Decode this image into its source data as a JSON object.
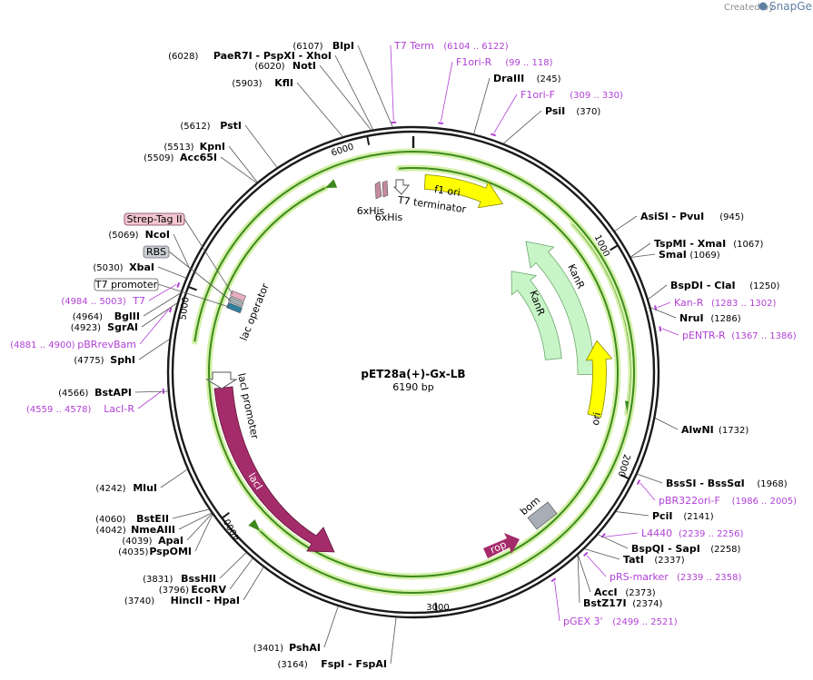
{
  "watermark": {
    "created_by": "Created by",
    "brand": "SnapGene"
  },
  "plasmid": {
    "name": "pET28a(+)-Gx-LB",
    "size_label": "6190 bp",
    "length": 6190
  },
  "colors": {
    "backbone": "#1a1a1a",
    "primer": "#b140d6",
    "f1_ori": "#ffff00",
    "ori": "#ffff00",
    "kanR": "#c8f5c8",
    "lacI": "#a52c6a",
    "rop": "#a52c6a",
    "bom": "#a7aeb6",
    "green_arrow": "#3c8a1e",
    "green_glow": "#d4f0a8"
  },
  "ticks": [
    {
      "bp": 1000,
      "label": "1000"
    },
    {
      "bp": 2000,
      "label": "2000"
    },
    {
      "bp": 3000,
      "label": "3000"
    },
    {
      "bp": 4000,
      "label": "4000"
    },
    {
      "bp": 5000,
      "label": "5000"
    },
    {
      "bp": 6000,
      "label": "6000"
    }
  ],
  "sites": [
    {
      "name": "BlpI",
      "pos": "(6107)",
      "bp": 6107
    },
    {
      "name": "PaeR7I - PspXI - XhoI",
      "pos": "(6028)",
      "bp": 6028
    },
    {
      "name": "NotI",
      "pos": "(6020)",
      "bp": 6020
    },
    {
      "name": "KflI",
      "pos": "(5903)",
      "bp": 5903
    },
    {
      "name": "PstI",
      "pos": "(5612)",
      "bp": 5612
    },
    {
      "name": "KpnI",
      "pos": "(5513)",
      "bp": 5513
    },
    {
      "name": "Acc65I",
      "pos": "(5509)",
      "bp": 5509
    },
    {
      "name": "NcoI",
      "pos": "(5069)",
      "bp": 5069
    },
    {
      "name": "XbaI",
      "pos": "(5030)",
      "bp": 5030
    },
    {
      "name": "BglII",
      "pos": "(4964)",
      "bp": 4964
    },
    {
      "name": "SgrAI",
      "pos": "(4923)",
      "bp": 4923
    },
    {
      "name": "SphI",
      "pos": "(4775)",
      "bp": 4775
    },
    {
      "name": "BstAPI",
      "pos": "(4566)",
      "bp": 4566
    },
    {
      "name": "MluI",
      "pos": "(4242)",
      "bp": 4242
    },
    {
      "name": "BstEII",
      "pos": "(4060)",
      "bp": 4060
    },
    {
      "name": "NmeAIII",
      "pos": "(4042)",
      "bp": 4042
    },
    {
      "name": "ApaI",
      "pos": "(4039)",
      "bp": 4039
    },
    {
      "name": "PspOMI",
      "pos": "(4035)",
      "bp": 4035
    },
    {
      "name": "BssHII",
      "pos": "(3831)",
      "bp": 3831
    },
    {
      "name": "EcoRV",
      "pos": "(3796)",
      "bp": 3796
    },
    {
      "name": "HincII - HpaI",
      "pos": "(3740)",
      "bp": 3740
    },
    {
      "name": "PshAI",
      "pos": "(3401)",
      "bp": 3401
    },
    {
      "name": "FspI - FspAI",
      "pos": "(3164)",
      "bp": 3164
    },
    {
      "name": "DraIII",
      "pos": "(245)",
      "bp": 245
    },
    {
      "name": "PsiI",
      "pos": "(370)",
      "bp": 370
    },
    {
      "name": "AsiSI - PvuI",
      "pos": "(945)",
      "bp": 945
    },
    {
      "name": "TspMI - XmaI",
      "pos": "(1067)",
      "bp": 1067
    },
    {
      "name": "SmaI",
      "pos": "(1069)",
      "bp": 1069
    },
    {
      "name": "BspDI - ClaI",
      "pos": "(1250)",
      "bp": 1250
    },
    {
      "name": "NruI",
      "pos": "(1286)",
      "bp": 1286
    },
    {
      "name": "AlwNI",
      "pos": "(1732)",
      "bp": 1732
    },
    {
      "name": "BssSI - BssSαI",
      "pos": "(1968)",
      "bp": 1968
    },
    {
      "name": "PciI",
      "pos": "(2141)",
      "bp": 2141
    },
    {
      "name": "BspQI - SapI",
      "pos": "(2258)",
      "bp": 2258
    },
    {
      "name": "TatI",
      "pos": "(2337)",
      "bp": 2337
    },
    {
      "name": "AccI",
      "pos": "(2373)",
      "bp": 2373
    },
    {
      "name": "BstZ17I",
      "pos": "(2374)",
      "bp": 2374
    }
  ],
  "primers": [
    {
      "name": "T7 Term",
      "range": "(6104 .. 6122)",
      "bp": 6113
    },
    {
      "name": "F1ori-R",
      "range": "(99 .. 118)",
      "bp": 108
    },
    {
      "name": "F1ori-F",
      "range": "(309 .. 330)",
      "bp": 320
    },
    {
      "name": "T7",
      "range": "(4984 .. 5003)",
      "bp": 4993
    },
    {
      "name": "pBRrevBam",
      "range": "(4881 .. 4900)",
      "bp": 4890
    },
    {
      "name": "LacI-R",
      "range": "(4559 .. 4578)",
      "bp": 4568
    },
    {
      "name": "Kan-R",
      "range": "(1283 .. 1302)",
      "bp": 1292
    },
    {
      "name": "pENTR-R",
      "range": "(1367 .. 1386)",
      "bp": 1376
    },
    {
      "name": "pBR322ori-F",
      "range": "(1986 .. 2005)",
      "bp": 1995
    },
    {
      "name": "L4440",
      "range": "(2239 .. 2256)",
      "bp": 2247
    },
    {
      "name": "pRS-marker",
      "range": "(2339 .. 2358)",
      "bp": 2348
    },
    {
      "name": "pGEX 3'",
      "range": "(2499 .. 2521)",
      "bp": 2510
    }
  ],
  "boxed_features": [
    {
      "name": "Strep-Tag II",
      "style": "pink"
    },
    {
      "name": "RBS",
      "style": "gray"
    },
    {
      "name": "T7 promoter",
      "style": "white"
    }
  ],
  "features": [
    {
      "name": "f1 ori"
    },
    {
      "name": "KanR"
    },
    {
      "name": "KanR"
    },
    {
      "name": "ori"
    },
    {
      "name": "bom"
    },
    {
      "name": "rop"
    },
    {
      "name": "lacI"
    },
    {
      "name": "lacI promoter"
    },
    {
      "name": "lac operator"
    },
    {
      "name": "6xHis"
    },
    {
      "name": "6xHis"
    },
    {
      "name": "T7 terminator"
    }
  ]
}
